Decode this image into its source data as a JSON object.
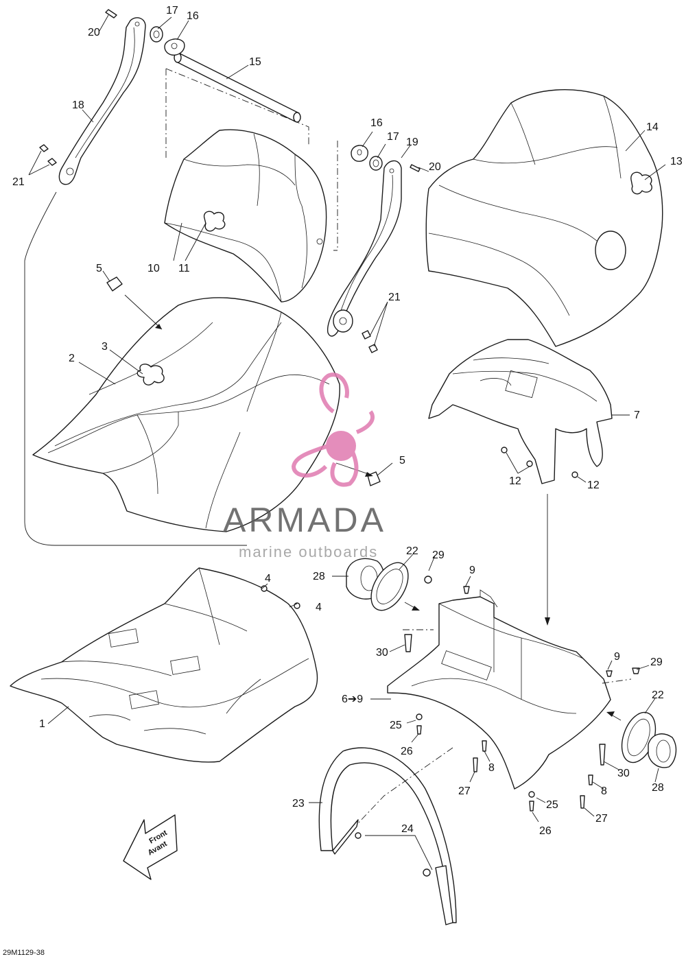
{
  "callouts": {
    "c1": "1",
    "c2": "2",
    "c3": "3",
    "c4a": "4",
    "c4b": "4",
    "c5a": "5",
    "c5b": "5",
    "c6": "6➔9",
    "c7": "7",
    "c8a": "8",
    "c8b": "8",
    "c9a": "9",
    "c9b": "9",
    "c10": "10",
    "c11": "11",
    "c12a": "12",
    "c12b": "12",
    "c13": "13",
    "c14": "14",
    "c15": "15",
    "c16a": "16",
    "c16b": "16",
    "c17a": "17",
    "c17b": "17",
    "c18": "18",
    "c19": "19",
    "c20a": "20",
    "c20b": "20",
    "c21a": "21",
    "c21b": "21",
    "c22a": "22",
    "c22b": "22",
    "c23": "23",
    "c24": "24",
    "c25a": "25",
    "c25b": "25",
    "c26a": "26",
    "c26b": "26",
    "c27a": "27",
    "c27b": "27",
    "c28a": "28",
    "c28b": "28",
    "c29a": "29",
    "c29b": "29",
    "c30a": "30",
    "c30b": "30"
  },
  "front_arrow": {
    "line1": "Front",
    "line2": "Avant"
  },
  "watermark": {
    "brand": "ARMADA",
    "tagline": "marine outboards",
    "accent_color": "#e07ab0"
  },
  "drawing_code": "29M1129-38",
  "colors": {
    "line": "#1a1a1a",
    "background": "#ffffff"
  }
}
